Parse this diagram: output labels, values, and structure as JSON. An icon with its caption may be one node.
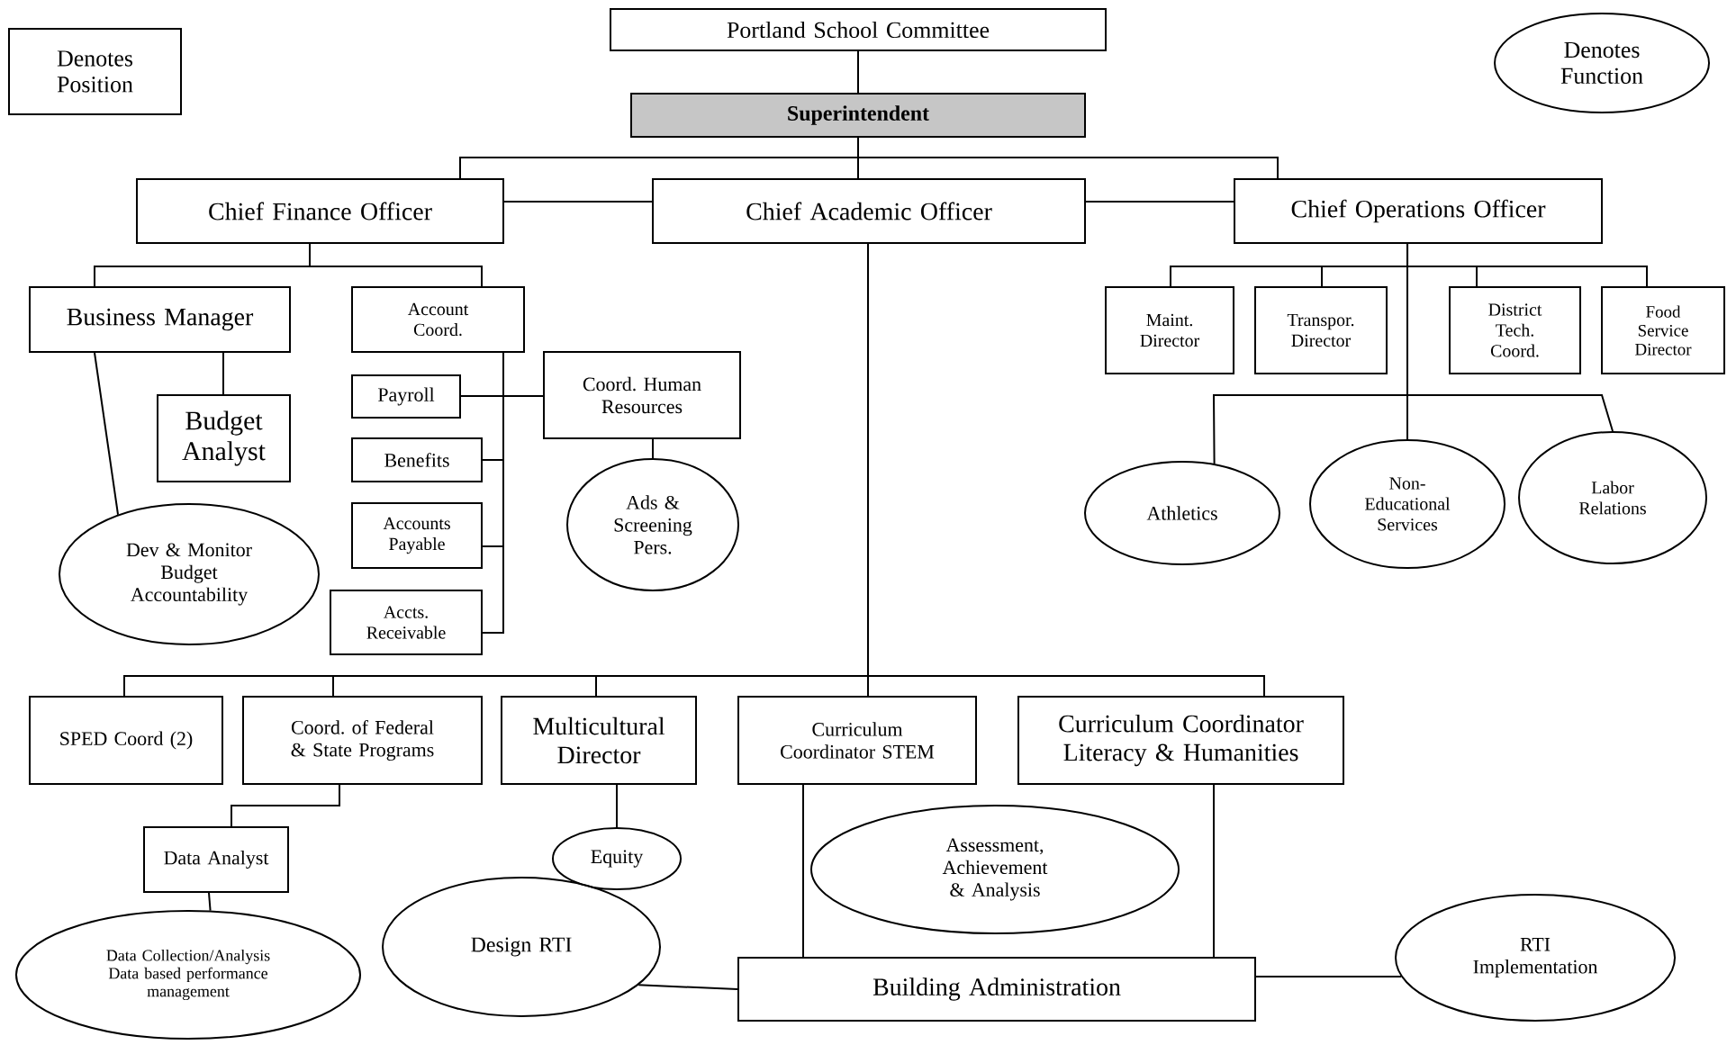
{
  "diagram": {
    "nodes": [
      {
        "text": [
          "Denotes Position"
        ]
      },
      {
        "text": [
          "Denotes Function"
        ]
      },
      {
        "text": [
          "Portland School Committee"
        ]
      },
      {
        "text": [
          "Superintendent"
        ]
      },
      {
        "text": [
          "Chief Finance Officer"
        ]
      },
      {
        "text": [
          "Chief Academic Officer"
        ]
      },
      {
        "text": [
          "Chief Operations Officer"
        ]
      },
      {
        "text": [
          "Business Manager"
        ]
      },
      {
        "text": [
          "Account Coord."
        ]
      },
      {
        "text": [
          "Budget Analyst"
        ]
      },
      {
        "text": [
          "Payroll"
        ]
      },
      {
        "text": [
          "Coord. Human Resources"
        ]
      },
      {
        "text": [
          "Benefits"
        ]
      },
      {
        "text": [
          "Ads & Screening Pers."
        ]
      },
      {
        "text": [
          "Accounts Payable"
        ]
      },
      {
        "text": [
          "Dev & Monitor Budget Accountability"
        ]
      },
      {
        "text": [
          "Accts. Receivable"
        ]
      },
      {
        "text": [
          "Maint. Director"
        ]
      },
      {
        "text": [
          "Transpor. Director"
        ]
      },
      {
        "text": [
          "District Tech. Coord."
        ]
      },
      {
        "text": [
          "Food Service Director"
        ]
      },
      {
        "text": [
          "Athletics"
        ]
      },
      {
        "text": [
          "Non- Educational Services"
        ]
      },
      {
        "text": [
          "Labor Relations"
        ]
      },
      {
        "text": [
          "SPED Coord (2)"
        ]
      },
      {
        "text": [
          "Coord. of Federal & State Programs"
        ]
      },
      {
        "text": [
          "Multicultural Director"
        ]
      },
      {
        "text": [
          "Curriculum Coordinator STEM"
        ]
      },
      {
        "text": [
          "Curriculum Coordinator Literacy & Humanities"
        ]
      },
      {
        "text": [
          "Data Analyst"
        ]
      },
      {
        "text": [
          "Equity"
        ]
      },
      {
        "text": [
          "Assessment, Achievement & Analysis"
        ]
      },
      {
        "text": [
          "Data Collection/Analysis Data based performance management"
        ]
      },
      {
        "text": [
          "Design RTI"
        ]
      },
      {
        "text": [
          "Building Administration"
        ]
      },
      {
        "text": [
          "RTI Implementation"
        ]
      }
    ],
    "edges": [
      {
        "from": 2,
        "to": 3,
        "arrow": "none"
      },
      {
        "from": 3,
        "to": 4,
        "arrow": "none"
      },
      {
        "from": 3,
        "to": 5,
        "arrow": "none"
      },
      {
        "from": 3,
        "to": 6,
        "arrow": "none"
      },
      {
        "from": 4,
        "to": 5,
        "arrow": "none"
      },
      {
        "from": 5,
        "to": 6,
        "arrow": "none"
      },
      {
        "from": 4,
        "to": 7,
        "arrow": "none"
      },
      {
        "from": 4,
        "to": 8,
        "arrow": "none"
      },
      {
        "from": 7,
        "to": 9,
        "arrow": "none"
      },
      {
        "from": 7,
        "to": 15,
        "arrow": "none"
      },
      {
        "from": 8,
        "to": 10,
        "arrow": "none"
      },
      {
        "from": 8,
        "to": 12,
        "arrow": "none"
      },
      {
        "from": 8,
        "to": 14,
        "arrow": "none"
      },
      {
        "from": 8,
        "to": 16,
        "arrow": "none"
      },
      {
        "from": 10,
        "to": 11,
        "arrow": "none"
      },
      {
        "from": 11,
        "to": 13,
        "arrow": "none"
      },
      {
        "from": 6,
        "to": 17,
        "arrow": "none"
      },
      {
        "from": 6,
        "to": 18,
        "arrow": "none"
      },
      {
        "from": 6,
        "to": 19,
        "arrow": "none"
      },
      {
        "from": 6,
        "to": 20,
        "arrow": "none"
      },
      {
        "from": 6,
        "to": 21,
        "arrow": "none"
      },
      {
        "from": 6,
        "to": 22,
        "arrow": "none"
      },
      {
        "from": 6,
        "to": 23,
        "arrow": "none"
      },
      {
        "from": 5,
        "to": 24,
        "arrow": "none"
      },
      {
        "from": 5,
        "to": 25,
        "arrow": "none"
      },
      {
        "from": 5,
        "to": 26,
        "arrow": "none"
      },
      {
        "from": 5,
        "to": 27,
        "arrow": "none"
      },
      {
        "from": 5,
        "to": 28,
        "arrow": "none"
      },
      {
        "from": 25,
        "to": 29,
        "arrow": "none"
      },
      {
        "from": 26,
        "to": 30,
        "arrow": "none"
      },
      {
        "from": 29,
        "to": 32,
        "arrow": "none"
      },
      {
        "from": 27,
        "to": 34,
        "arrow": "none"
      },
      {
        "from": 28,
        "to": 34,
        "arrow": "none"
      },
      {
        "from": 33,
        "to": 34,
        "arrow": "none"
      },
      {
        "from": 35,
        "to": 34,
        "arrow": "none"
      }
    ]
  }
}
